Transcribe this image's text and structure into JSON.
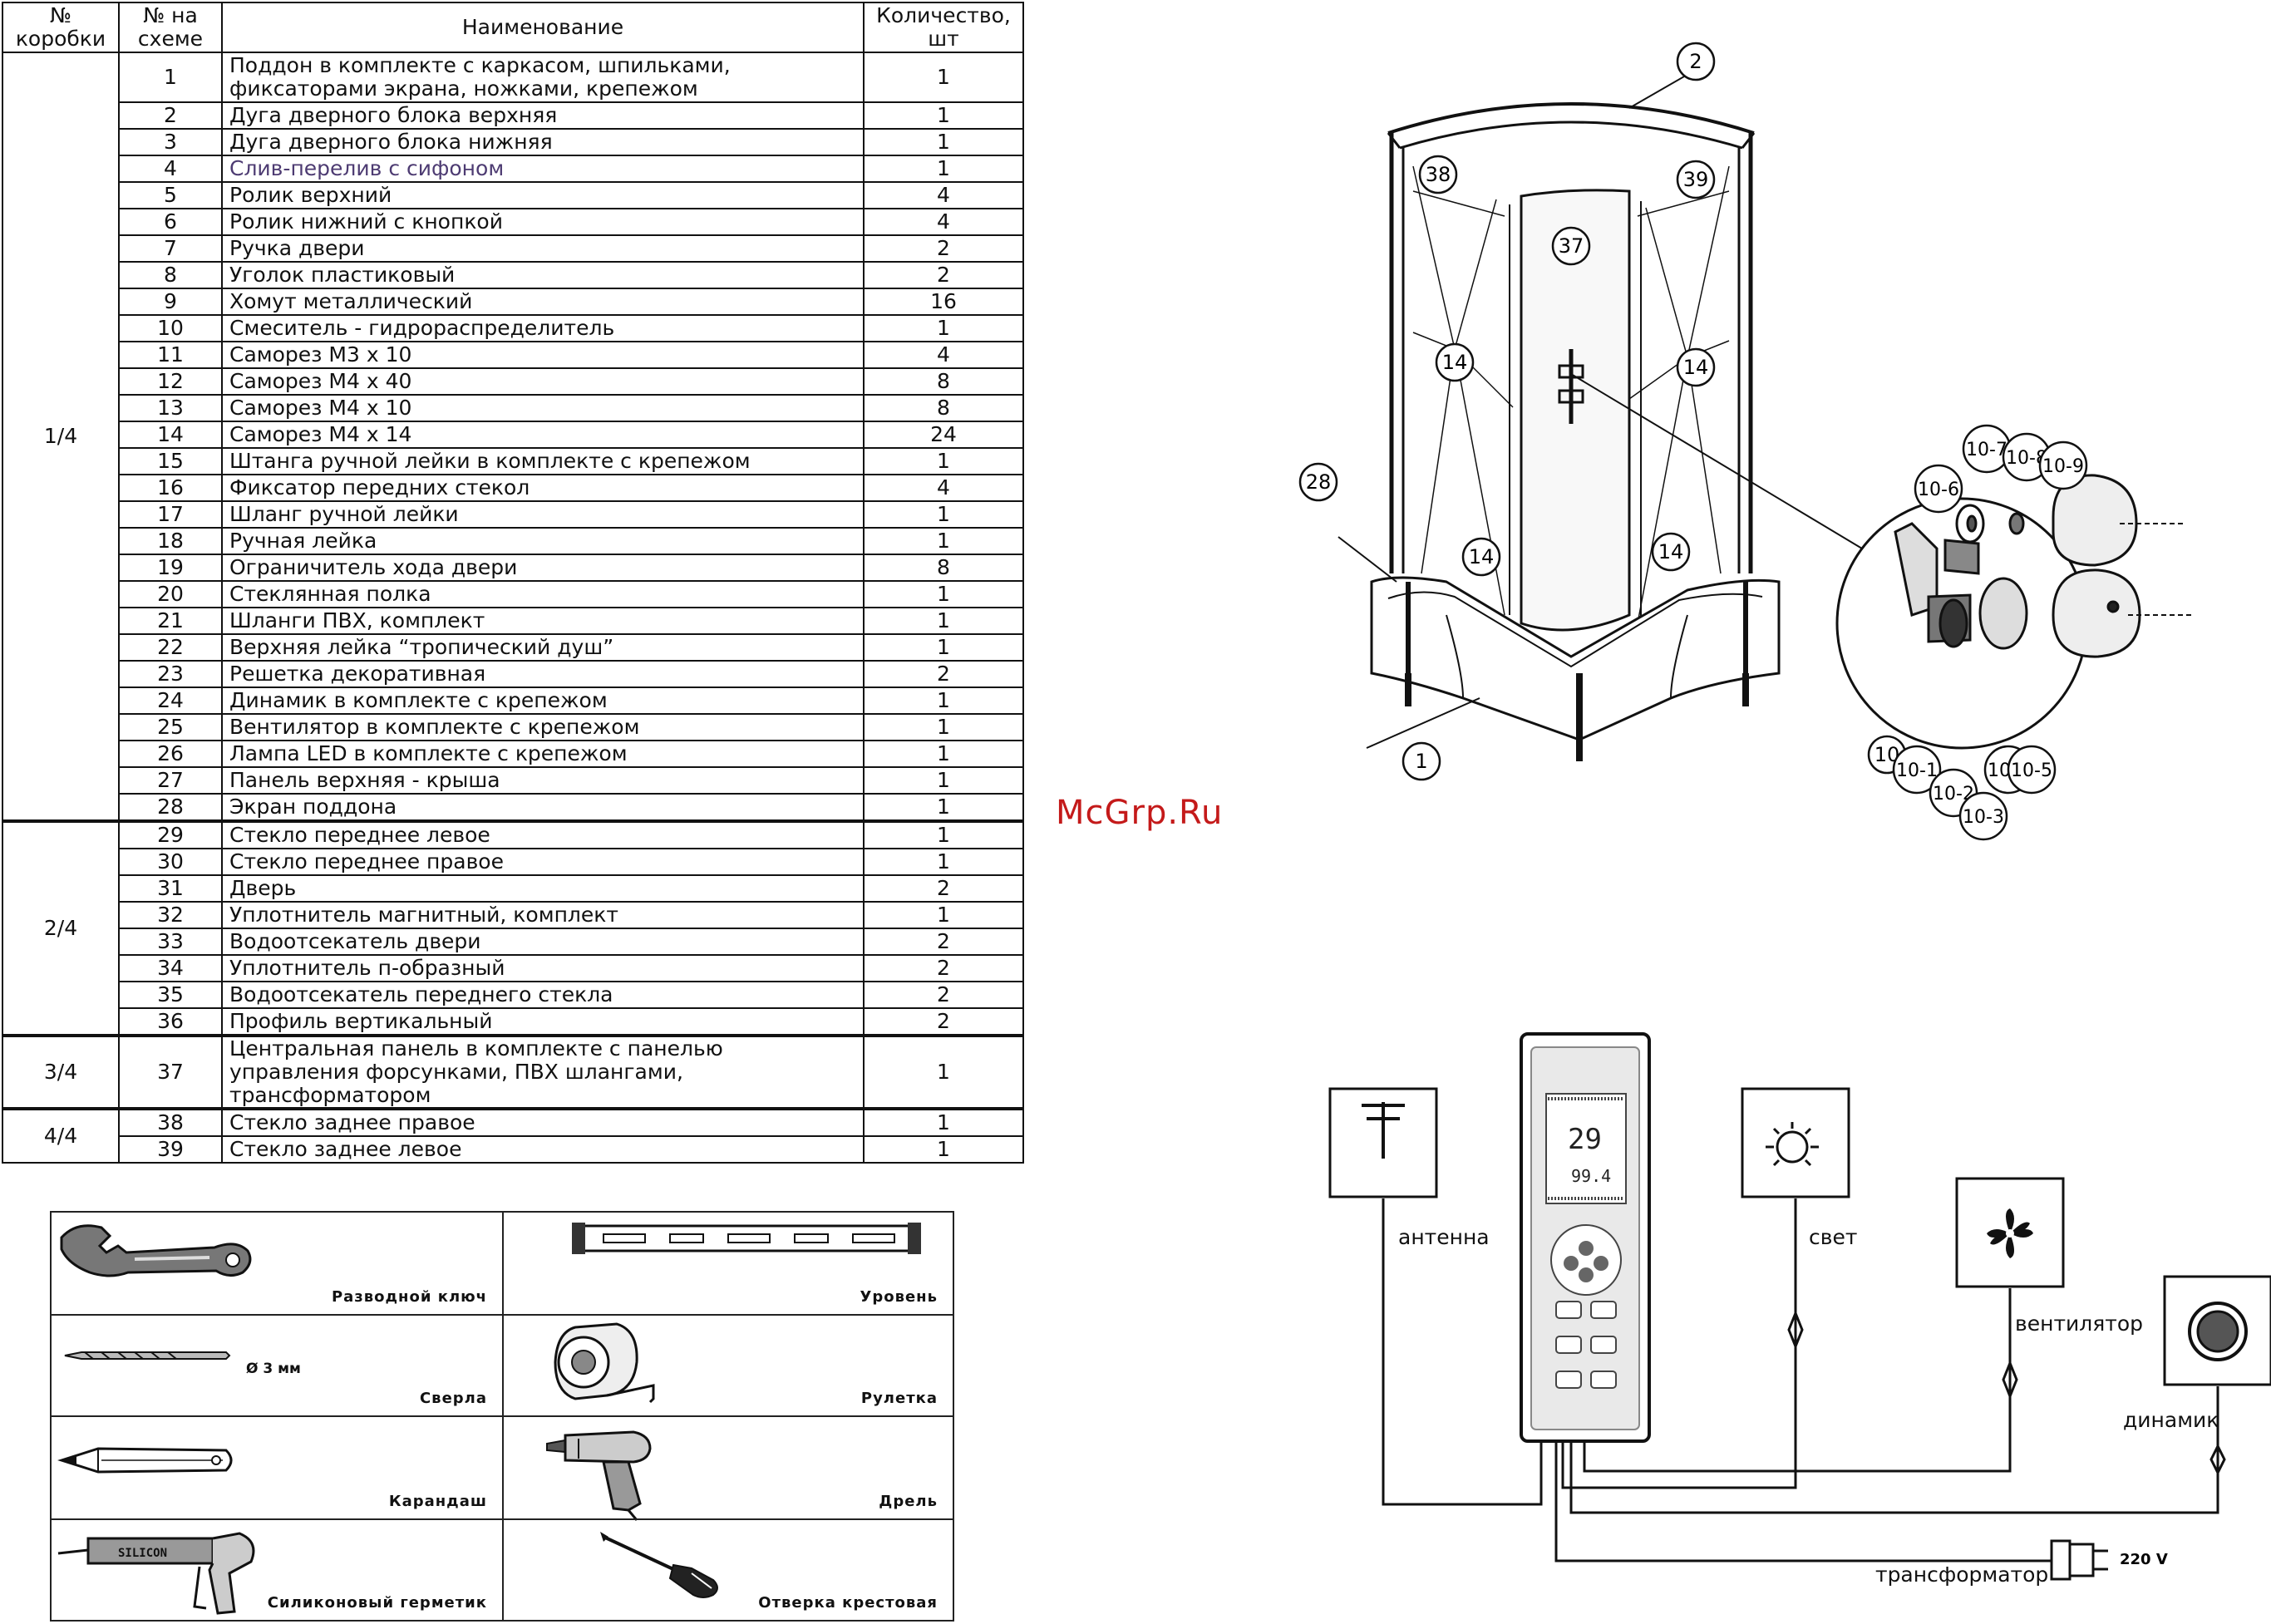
{
  "table": {
    "headers": {
      "box": "№ коробки",
      "scheme": "№ на схеме",
      "name": "Наименование",
      "qty": "Количество, шт"
    },
    "rows": [
      {
        "box": "1/4",
        "no": "1",
        "name": "Поддон в комплекте с каркасом, шпильками, фиксаторами экрана, ножками, крепежом",
        "qty": "1"
      },
      {
        "box": "",
        "no": "2",
        "name": "Дуга дверного блока верхняя",
        "qty": "1"
      },
      {
        "box": "",
        "no": "3",
        "name": "Дуга дверного блока нижняя",
        "qty": "1"
      },
      {
        "box": "",
        "no": "4",
        "name": "Слив-перелив с сифоном",
        "qty": "1"
      },
      {
        "box": "",
        "no": "5",
        "name": "Ролик верхний",
        "qty": "4"
      },
      {
        "box": "",
        "no": "6",
        "name": "Ролик нижний с кнопкой",
        "qty": "4"
      },
      {
        "box": "",
        "no": "7",
        "name": "Ручка двери",
        "qty": "2"
      },
      {
        "box": "",
        "no": "8",
        "name": "Уголок пластиковый",
        "qty": "2"
      },
      {
        "box": "",
        "no": "9",
        "name": "Хомут металлический",
        "qty": "16"
      },
      {
        "box": "",
        "no": "10",
        "name": "Смеситель - гидрораспределитель",
        "qty": "1"
      },
      {
        "box": "",
        "no": "11",
        "name": "Саморез М3 х 10",
        "qty": "4"
      },
      {
        "box": "",
        "no": "12",
        "name": "Саморез М4 х 40",
        "qty": "8"
      },
      {
        "box": "",
        "no": "13",
        "name": "Саморез М4 х 10",
        "qty": "8"
      },
      {
        "box": "",
        "no": "14",
        "name": "Саморез М4 х 14",
        "qty": "24"
      },
      {
        "box": "",
        "no": "15",
        "name": "Штанга ручной лейки в комплекте с крепежом",
        "qty": "1"
      },
      {
        "box": "",
        "no": "16",
        "name": "Фиксатор передних стекол",
        "qty": "4"
      },
      {
        "box": "",
        "no": "17",
        "name": "Шланг ручной лейки",
        "qty": "1"
      },
      {
        "box": "",
        "no": "18",
        "name": "Ручная лейка",
        "qty": "1"
      },
      {
        "box": "",
        "no": "19",
        "name": "Ограничитель хода двери",
        "qty": "8"
      },
      {
        "box": "",
        "no": "20",
        "name": "Стеклянная полка",
        "qty": "1"
      },
      {
        "box": "",
        "no": "21",
        "name": "Шланги ПВХ, комплект",
        "qty": "1"
      },
      {
        "box": "",
        "no": "22",
        "name": "Верхняя лейка “тропический душ”",
        "qty": "1"
      },
      {
        "box": "",
        "no": "23",
        "name": "Решетка декоративная",
        "qty": "2"
      },
      {
        "box": "",
        "no": "24",
        "name": "Динамик в комплекте с крепежом",
        "qty": "1"
      },
      {
        "box": "",
        "no": "25",
        "name": "Вентилятор в комплекте с крепежом",
        "qty": "1"
      },
      {
        "box": "",
        "no": "26",
        "name": "Лампа LED в комплекте с крепежом",
        "qty": "1"
      },
      {
        "box": "",
        "no": "27",
        "name": "Панель верхняя - крыша",
        "qty": "1"
      },
      {
        "box": "",
        "no": "28",
        "name": "Экран поддона",
        "qty": "1"
      },
      {
        "box": "2/4",
        "no": "29",
        "name": "Стекло переднее левое",
        "qty": "1"
      },
      {
        "box": "",
        "no": "30",
        "name": "Стекло переднее правое",
        "qty": "1"
      },
      {
        "box": "",
        "no": "31",
        "name": "Дверь",
        "qty": "2"
      },
      {
        "box": "",
        "no": "32",
        "name": "Уплотнитель магнитный, комплект",
        "qty": "1"
      },
      {
        "box": "",
        "no": "33",
        "name": "Водоотсекатель двери",
        "qty": "2"
      },
      {
        "box": "",
        "no": "34",
        "name": "Уплотнитель п-образный",
        "qty": "2"
      },
      {
        "box": "",
        "no": "35",
        "name": "Водоотсекатель переднего стекла",
        "qty": "2"
      },
      {
        "box": "",
        "no": "36",
        "name": "Профиль вертикальный",
        "qty": "2"
      },
      {
        "box": "3/4",
        "no": "37",
        "name": "Центральная панель в комплекте с панелью управления форсунками, ПВХ шлангами, трансформатором",
        "qty": "1"
      },
      {
        "box": "4/4",
        "no": "38",
        "name": "Стекло заднее правое",
        "qty": "1"
      },
      {
        "box": "",
        "no": "39",
        "name": "Стекло заднее левое",
        "qty": "1"
      }
    ]
  },
  "tools": {
    "wrench": "Разводной ключ",
    "level": "Уровень",
    "drill_bits": "Сверла",
    "drill_size": "Ø 3 мм",
    "tape": "Рулетка",
    "pencil": "Карандаш",
    "drill": "Дрель",
    "sealant": "Силиконовый герметик",
    "sealant_tube_text": "SILICON",
    "screwdriver": "Отверка крестовая"
  },
  "watermark": "McGrp.Ru",
  "callouts": {
    "c1": "1",
    "c2": "2",
    "c10": "10",
    "c10_1": "10-1",
    "c10_2": "10-2",
    "c10_3": "10-3",
    "c10_4": "10-4",
    "c10_5": "10-5",
    "c10_6": "10-6",
    "c10_7": "10-7",
    "c10_8": "10-8",
    "c10_9": "10-9",
    "c14a": "14",
    "c14b": "14",
    "c14c": "14",
    "c14d": "14",
    "c28": "28",
    "c37": "37",
    "c38": "38",
    "c39": "39"
  },
  "wiring": {
    "antenna": "антенна",
    "light": "свет",
    "fan": "вентилятор",
    "speaker": "динамик",
    "transformer": "трансформатор",
    "voltage": "220 V",
    "display_temp": "29",
    "display_freq": "99.4"
  }
}
